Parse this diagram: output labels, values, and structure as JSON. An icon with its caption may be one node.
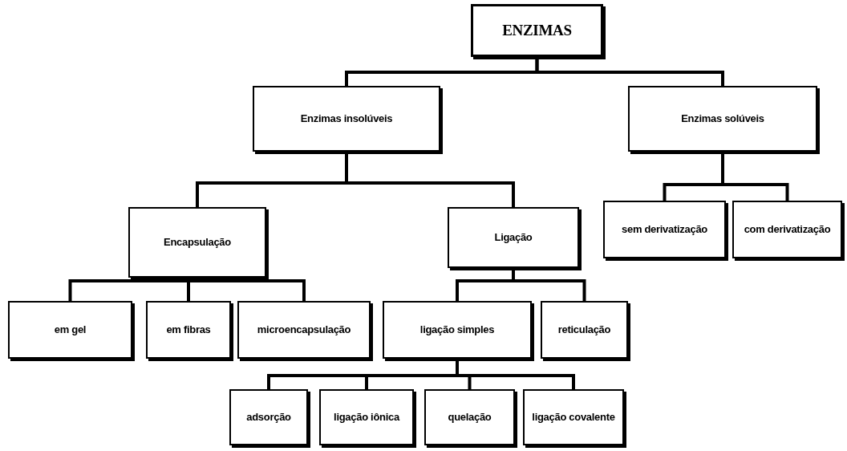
{
  "diagram": {
    "nodes": [
      {
        "text": [
          "ENZIMAS"
        ]
      },
      {
        "text": [
          "Enzimas insolúveis"
        ]
      },
      {
        "text": [
          "Enzimas  solúveis"
        ]
      },
      {
        "text": [
          "Encapsulação"
        ]
      },
      {
        "text": [
          "Ligação"
        ]
      },
      {
        "text": [
          "sem derivatização"
        ]
      },
      {
        "text": [
          "com derivatização"
        ]
      },
      {
        "text": [
          "em gel"
        ]
      },
      {
        "text": [
          "em fibras"
        ]
      },
      {
        "text": [
          "microencapsulação"
        ]
      },
      {
        "text": [
          "ligação simples"
        ]
      },
      {
        "text": [
          "reticulação"
        ]
      },
      {
        "text": [
          "adsorção"
        ]
      },
      {
        "text": [
          "ligação iônica"
        ]
      },
      {
        "text": [
          "quelação"
        ]
      },
      {
        "text": [
          "ligação covalente"
        ]
      }
    ],
    "edges": [
      {
        "from": 0,
        "to": 1,
        "arrow": "none"
      },
      {
        "from": 0,
        "to": 2,
        "arrow": "none"
      },
      {
        "from": 1,
        "to": 3,
        "arrow": "none"
      },
      {
        "from": 1,
        "to": 4,
        "arrow": "none"
      },
      {
        "from": 2,
        "to": 5,
        "arrow": "none"
      },
      {
        "from": 2,
        "to": 6,
        "arrow": "none"
      },
      {
        "from": 3,
        "to": 7,
        "arrow": "none"
      },
      {
        "from": 3,
        "to": 8,
        "arrow": "none"
      },
      {
        "from": 3,
        "to": 9,
        "arrow": "none"
      },
      {
        "from": 4,
        "to": 10,
        "arrow": "none"
      },
      {
        "from": 4,
        "to": 11,
        "arrow": "none"
      },
      {
        "from": 10,
        "to": 12,
        "arrow": "none"
      },
      {
        "from": 10,
        "to": 13,
        "arrow": "none"
      },
      {
        "from": 10,
        "to": 14,
        "arrow": "none"
      },
      {
        "from": 10,
        "to": 15,
        "arrow": "none"
      }
    ]
  }
}
